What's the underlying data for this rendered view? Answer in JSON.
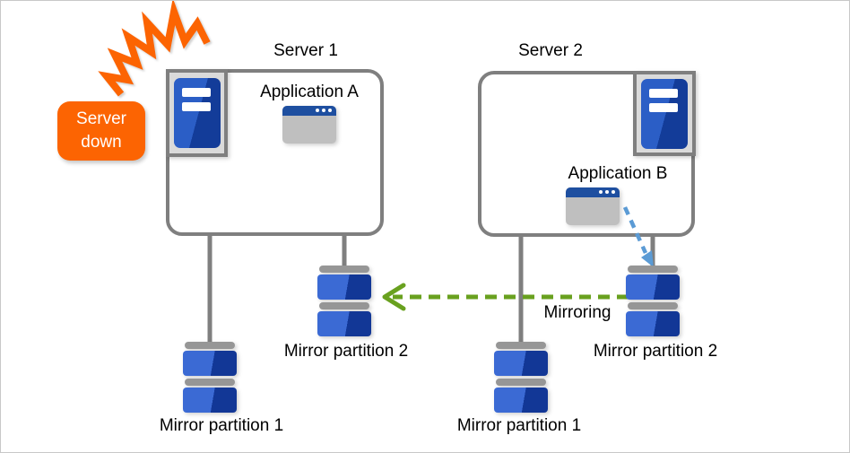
{
  "colors": {
    "alert_orange": "#fc6402",
    "server_blue_light": "#2b5ec6",
    "server_blue_dark": "#133c99",
    "disk_blue_light": "#3b6ad4",
    "disk_blue_dark": "#123796",
    "titlebar_blue": "#1e4fa0",
    "window_body_gray": "#bfbfbf",
    "icon_frame_gray": "#7f7f7f",
    "icon_frame_fill": "#dadada",
    "disk_bar_gray": "#969696",
    "connector_gray": "#7f7f7f",
    "mirroring_green": "#69a11f",
    "app_arrow_blue": "#5b9bd5"
  },
  "badge": {
    "line1": "Server",
    "line2": "down"
  },
  "server1": {
    "title": "Server 1",
    "app_label": "Application A",
    "mp1_label": "Mirror partition 1",
    "mp2_label": "Mirror partition 2"
  },
  "server2": {
    "title": "Server 2",
    "app_label": "Application B",
    "mp1_label": "Mirror partition 1",
    "mp2_label": "Mirror partition 2"
  },
  "mirroring": {
    "label": "Mirroring"
  }
}
